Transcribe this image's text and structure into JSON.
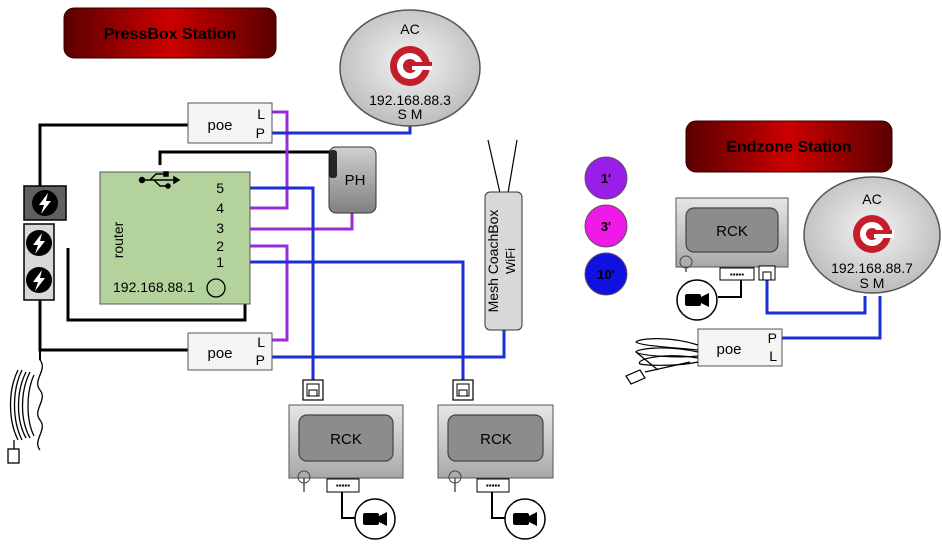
{
  "stations": {
    "pressbox": "PressBox Station",
    "endzone": "Endzone Station"
  },
  "ac_pressbox": {
    "title": "AC",
    "ip": "192.168.88.3",
    "sm": "S M"
  },
  "ac_endzone": {
    "title": "AC",
    "ip": "192.168.88.7",
    "sm": "S M"
  },
  "router": {
    "label": "router",
    "ip": "192.168.88.1",
    "ports": [
      "5",
      "4",
      "3",
      "2",
      "1"
    ]
  },
  "poe_top": {
    "label": "poe",
    "l": "L",
    "p": "P"
  },
  "poe_bottom": {
    "label": "poe",
    "l": "L",
    "p": "P"
  },
  "poe_endzone": {
    "label": "poe",
    "p": "P",
    "l": "L"
  },
  "ph": {
    "label": "PH"
  },
  "mesh": {
    "label": "Mesh CoachBox",
    "sub": "WiFi"
  },
  "rck": {
    "label": "RCK"
  },
  "legend": [
    {
      "label": "1'",
      "color": "#9a1ee8"
    },
    {
      "label": "3'",
      "color": "#f01ae8"
    },
    {
      "label": "10'",
      "color": "#1010e0"
    }
  ],
  "colors": {
    "blue": "#1c2ed6",
    "purple": "#9b2bd8",
    "black": "#000000",
    "station_red": "#c00000"
  },
  "icons": [
    "lightning-icon",
    "usb-icon",
    "camera-icon",
    "ethernet-port-icon",
    "antenna-icon",
    "ac-logo-icon",
    "coil-cable-icon"
  ]
}
